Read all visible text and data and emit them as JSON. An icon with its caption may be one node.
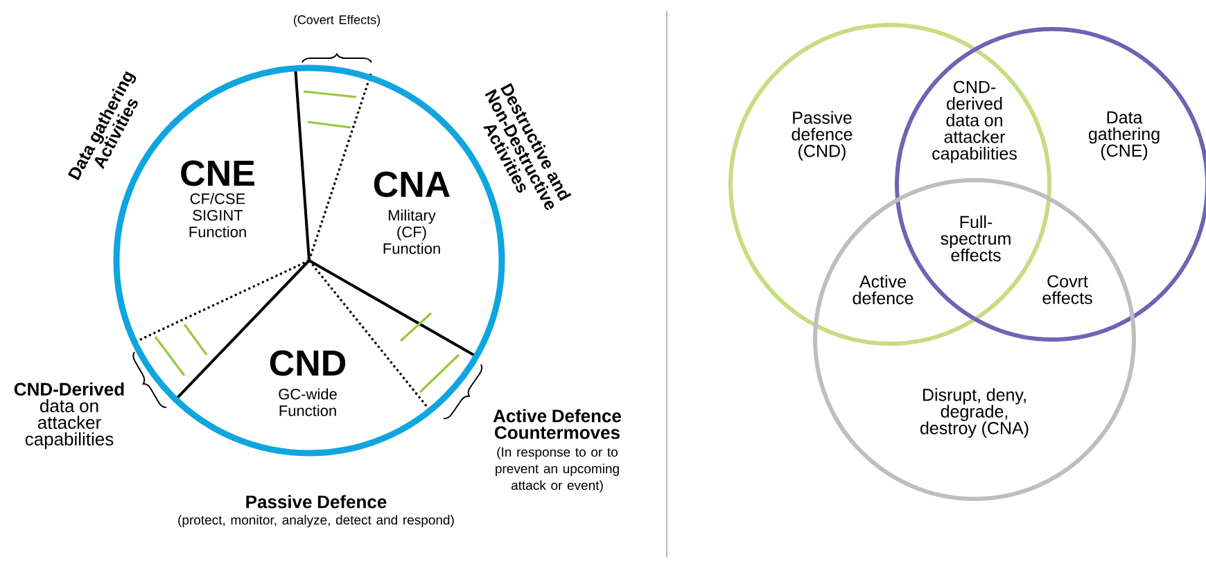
{
  "diagram": {
    "nodes": [
      {
        "text": [],
        "shape": "circle"
      },
      {
        "text": [
          "CNE",
          "CF/CSE SIGINT Function"
        ],
        "in": 0
      },
      {
        "text": [
          "CNA",
          "Military (CF) Function"
        ],
        "in": 0
      },
      {
        "text": [
          "CND",
          "GC-wide Function"
        ],
        "in": 0
      },
      {
        "text": [
          "Passive defence (CND)"
        ]
      },
      {
        "text": [
          "Data gathering (CNE)"
        ]
      },
      {
        "text": [
          "Disrupt, deny, degrade, destroy (CNA)"
        ]
      }
    ],
    "labels": [
      "(Covert Effects)",
      "Data gathering Activities",
      "Destructive and Non-Destructive Activities",
      "**CND-Derived** data on attacker capabilities",
      "Active Defence Countermoves",
      "(In response to or to prevent an upcoming attack or event)",
      "Passive Defence",
      "(protect, monitor, analyze, detect and respond)",
      "CND-derived data on attacker capabilities",
      "Full-spectrum effects",
      "Active defence",
      "Covrt effects"
    ]
  }
}
